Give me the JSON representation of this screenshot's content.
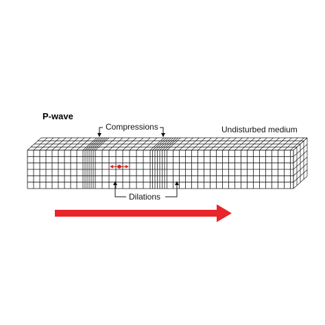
{
  "diagram": {
    "title": "P-wave",
    "labels": {
      "compressions": "Compressions",
      "dilations": "Dilations",
      "undisturbed": "Undisturbed medium"
    },
    "colors": {
      "grid": "#111111",
      "arrow": "#e8262a",
      "particle": "#d62828",
      "background": "#ffffff"
    },
    "particle_motion": "double-headed horizontal arrow",
    "propagation_direction": "right"
  }
}
